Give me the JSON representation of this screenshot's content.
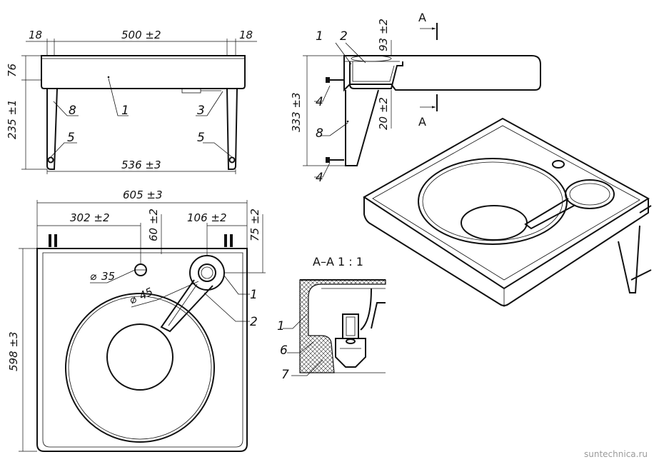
{
  "front_view": {
    "dims": {
      "left_offset": "18",
      "width_top": "500 ±2",
      "right_offset": "18",
      "height_top": "76",
      "height_leg": "235 ±1",
      "width_bottom": "536 ±3"
    },
    "labels": {
      "body": "1",
      "leg_left": "8",
      "drain": "3",
      "foot_left": "5",
      "foot_right": "5"
    }
  },
  "side_view": {
    "dims": {
      "height_total": "333 ±3",
      "depth_bowl": "93 ±2",
      "depth_lower": "20 ±2"
    },
    "labels": {
      "body": "1",
      "cup": "2",
      "bolt_top": "4",
      "leg": "8",
      "bolt_bottom": "4"
    },
    "section_mark_top": "A",
    "section_mark_bottom": "A"
  },
  "top_view": {
    "dims": {
      "width_total": "605 ±3",
      "offset_hole": "302 ±2",
      "offset_cup": "106 ±2",
      "depth_hole": "60 ±2",
      "depth_cup": "75 ±2",
      "height_total": "598 ±3",
      "hole_diameter": "35",
      "cup_diameter": "45"
    },
    "labels": {
      "body": "1",
      "cup": "2"
    }
  },
  "section_view": {
    "title": "А–А 1 : 1",
    "labels": {
      "body": "1",
      "layer_6": "6",
      "layer_7": "7"
    }
  },
  "watermark": "suntechnica.ru"
}
